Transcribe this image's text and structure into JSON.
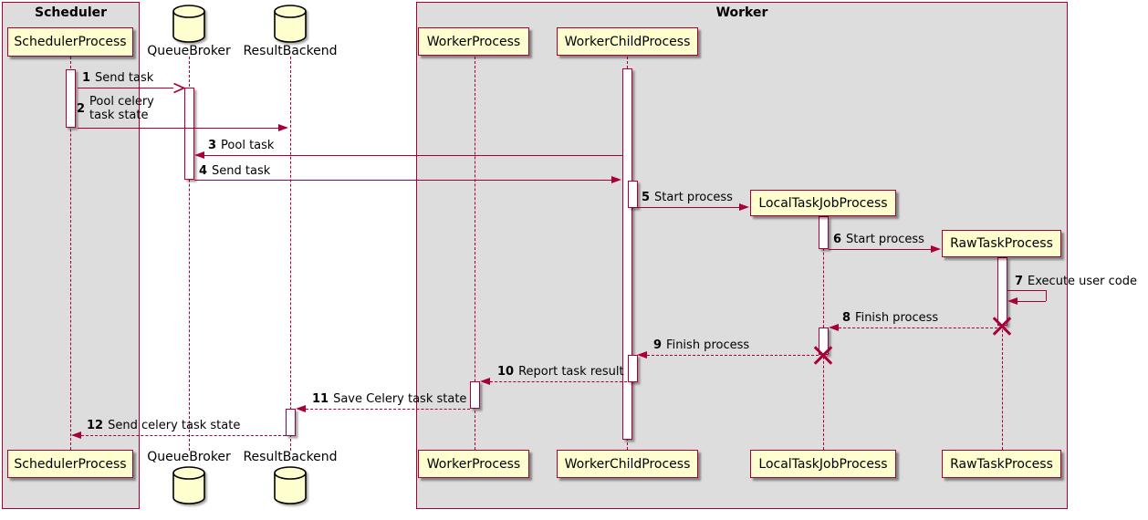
{
  "colors": {
    "accent_border": "#A80036",
    "participant_fill": "#FEFECE",
    "frame_fill": "#DDDDDD",
    "arrow": "#A80036",
    "text": "#000000",
    "background": "#FFFFFF"
  },
  "frames": {
    "scheduler": {
      "title": "Scheduler"
    },
    "worker": {
      "title": "Worker"
    }
  },
  "participants": {
    "scheduler_process": "SchedulerProcess",
    "queue_broker": "QueueBroker",
    "result_backend": "ResultBackend",
    "worker_process": "WorkerProcess",
    "worker_child_process": "WorkerChildProcess",
    "local_task_job_process": "LocalTaskJobProcess",
    "raw_task_process": "RawTaskProcess"
  },
  "icons": {
    "queue_broker": "database-icon",
    "result_backend": "database-icon"
  },
  "messages": [
    {
      "num": "1",
      "text": "Send task"
    },
    {
      "num": "2",
      "line1": "Pool celery",
      "line2": "task state"
    },
    {
      "num": "3",
      "text": "Pool task"
    },
    {
      "num": "4",
      "text": "Send task"
    },
    {
      "num": "5",
      "text": "Start process"
    },
    {
      "num": "6",
      "text": "Start process"
    },
    {
      "num": "7",
      "text": "Execute user code"
    },
    {
      "num": "8",
      "text": "Finish process"
    },
    {
      "num": "9",
      "text": "Finish process"
    },
    {
      "num": "10",
      "text": "Report task result"
    },
    {
      "num": "11",
      "text": "Save Celery task state"
    },
    {
      "num": "12",
      "text": "Send celery task state"
    }
  ]
}
